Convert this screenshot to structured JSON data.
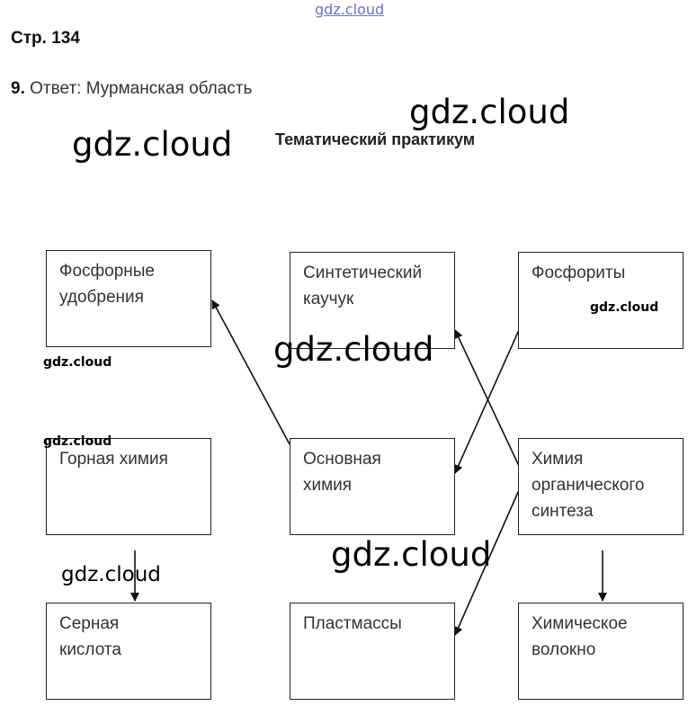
{
  "header": {
    "page_label": "Стр. 134",
    "task_number": "9.",
    "answer_text": "Ответ: Мурманская область",
    "section_title": "Тематический практикум"
  },
  "diagram": {
    "boxes": {
      "fosfornye": [
        "Фосфорные",
        "удобрения"
      ],
      "kauchuk": [
        "Синтетический",
        "каучук"
      ],
      "fosfority": [
        "Фосфориты"
      ],
      "gornaya": [
        "Горная химия"
      ],
      "osnovnaya": [
        "Основная",
        "химия"
      ],
      "organich": [
        "Химия",
        "органического",
        "синтеза"
      ],
      "sernaya": [
        "Серная",
        "кислота"
      ],
      "plastmassy": [
        "Пластмассы"
      ],
      "volokno": [
        "Химическое",
        "волокно"
      ]
    },
    "arrows": [
      {
        "from": "osnovnaya",
        "to": "fosfornye"
      },
      {
        "from": "fosfority",
        "to": "osnovnaya"
      },
      {
        "from": "organich",
        "to": "kauchuk"
      },
      {
        "from": "organich",
        "to": "plastmassy"
      },
      {
        "from": "gornaya",
        "to": "sernaya"
      },
      {
        "from": "organich",
        "to": "volokno"
      }
    ]
  },
  "watermark": "gdz.cloud"
}
